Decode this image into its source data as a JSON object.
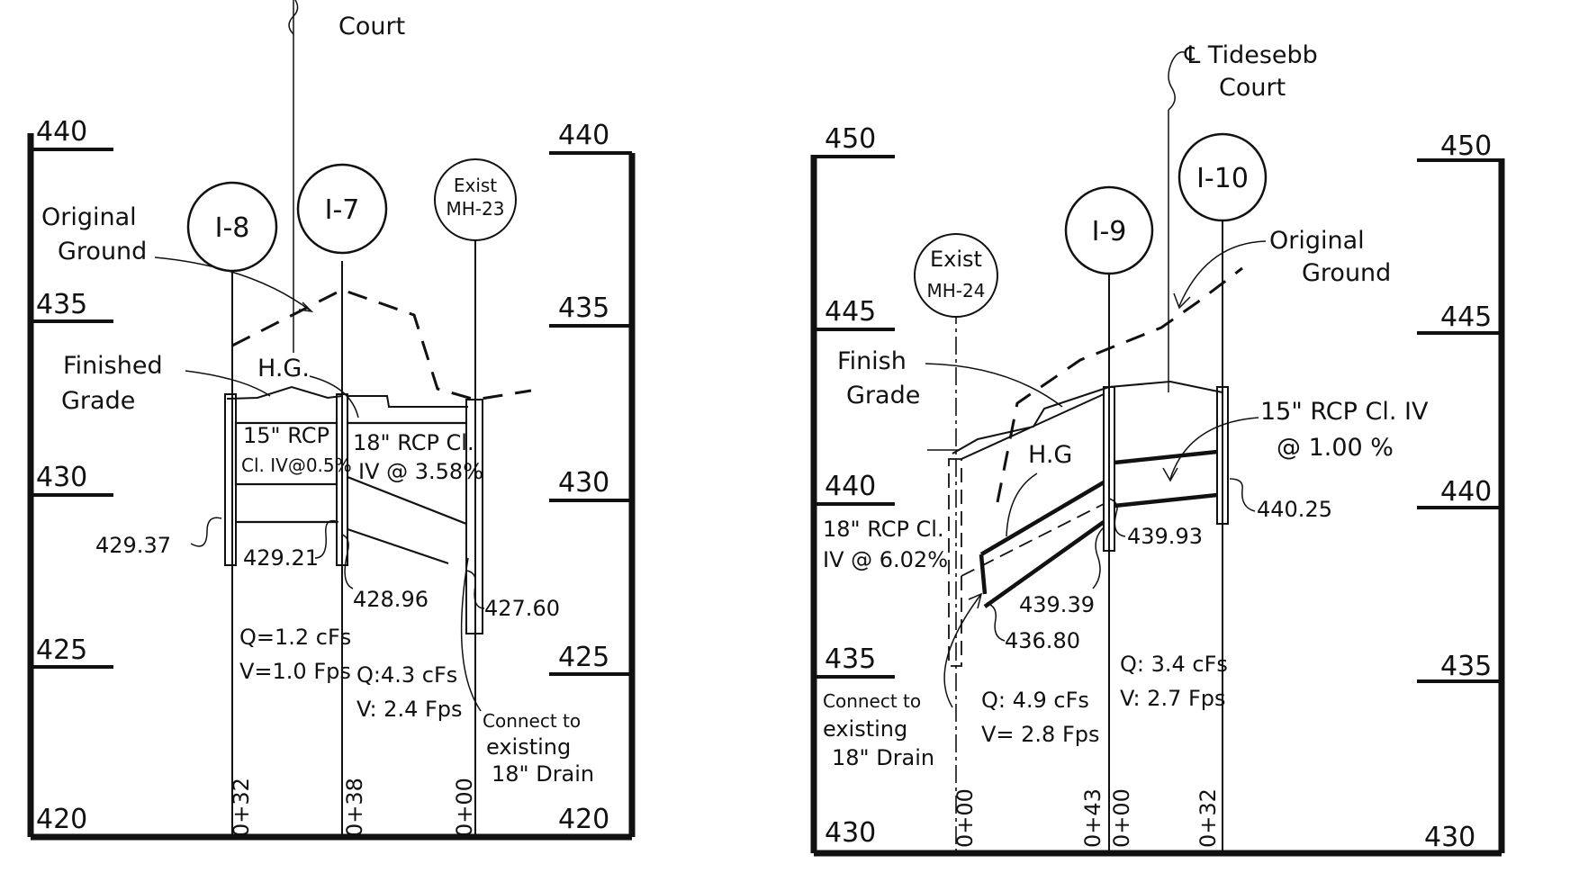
{
  "left_profile": {
    "elevations_left": [
      "440",
      "435",
      "430",
      "425",
      "420"
    ],
    "elevations_right": [
      "440",
      "435",
      "430",
      "425",
      "420"
    ],
    "street_label": "Court",
    "structures": [
      "I-8",
      "I-7"
    ],
    "existing_mh": [
      "Exist",
      "MH-23"
    ],
    "original_ground": [
      "Original",
      "Ground"
    ],
    "finished_grade": [
      "Finished",
      "Grade"
    ],
    "hg": "H.G.",
    "pipe_a": [
      "15\" RCP",
      "Cl. IV@0.5%"
    ],
    "pipe_b": [
      "18\" RCP Cl.",
      "IV @ 3.58%"
    ],
    "inverts": [
      "429.37",
      "429.21",
      "428.96",
      "427.60"
    ],
    "flow_a": [
      "Q=1.2 cFs",
      "V=1.0 Fps"
    ],
    "flow_b": [
      "Q:4.3 cFs",
      "V: 2.4 Fps"
    ],
    "connect_note": [
      "Connect to",
      "existing",
      "18\" Drain"
    ],
    "stations": [
      "0+32",
      "0+38",
      "0+00"
    ]
  },
  "right_profile": {
    "elevations_left": [
      "450",
      "445",
      "440",
      "435",
      "430"
    ],
    "elevations_right": [
      "450",
      "445",
      "440",
      "435",
      "430"
    ],
    "street_label": [
      "℄ Tidesebb",
      "Court"
    ],
    "structures": [
      "I-9",
      "I-10"
    ],
    "existing_mh": [
      "Exist",
      "MH-24"
    ],
    "original_ground": [
      "Original",
      "Ground"
    ],
    "finished_grade": [
      "Finish",
      "Grade"
    ],
    "hg": "H.G",
    "pipe_a": [
      "18\" RCP Cl.",
      "IV @ 6.02%"
    ],
    "pipe_b": [
      "15\" RCP Cl. IV",
      "@ 1.00 %"
    ],
    "inverts": [
      "440.25",
      "439.93",
      "439.39",
      "436.80"
    ],
    "flow_a": [
      "Q: 4.9 cFs",
      "V= 2.8 Fps"
    ],
    "flow_b": [
      "Q: 3.4 cFs",
      "V: 2.7 Fps"
    ],
    "connect_note": [
      "Connect to",
      "existing",
      "18\" Drain"
    ],
    "stations": [
      "0+00",
      "0+43",
      "0+00",
      "0+32"
    ]
  }
}
